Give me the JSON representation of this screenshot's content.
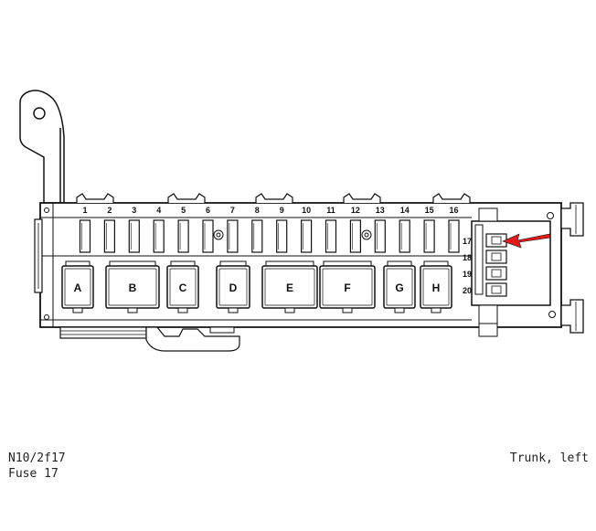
{
  "diagram": {
    "fuse_numbers": [
      "1",
      "2",
      "3",
      "4",
      "5",
      "6",
      "7",
      "8",
      "9",
      "10",
      "11",
      "12",
      "13",
      "14",
      "15",
      "16"
    ],
    "side_fuse_numbers": [
      "17",
      "18",
      "19",
      "20"
    ],
    "relays": [
      {
        "label": "A"
      },
      {
        "label": "B"
      },
      {
        "label": "C"
      },
      {
        "label": "D"
      },
      {
        "label": "E"
      },
      {
        "label": "F"
      },
      {
        "label": "G"
      },
      {
        "label": "H"
      }
    ],
    "highlighted_fuse": "17",
    "arrow_color": "#e41a1a"
  },
  "captions": {
    "component_code": "N10/2f17",
    "fuse_label": "Fuse 17",
    "location": "Trunk, left"
  }
}
